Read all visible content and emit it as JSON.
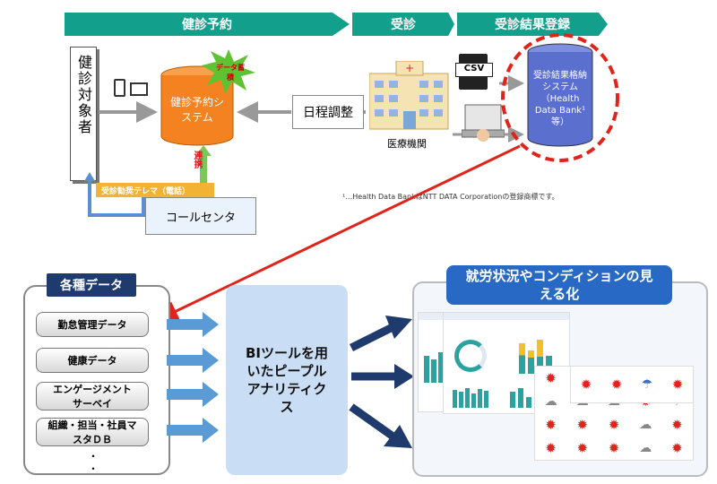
{
  "phases": {
    "yoyaku": "健診予約",
    "jushin": "受診",
    "toroku": "受診結果登録"
  },
  "subject": "健診対象者",
  "yoyaku_system": {
    "label": "健診予約システム",
    "burst": "データ蓄積"
  },
  "schedule": "日程調整",
  "clinic": "医療機関",
  "csv_label": "CSV",
  "storage_system": {
    "label": "受診結果格納システム（Health Data Bank¹等）"
  },
  "renkei": "連携",
  "telemarketing": "受診勧奨テレマ（電話）",
  "callcenter": "コールセンタ",
  "footnote": "¹…Health Data BankはNTT DATA Corporationの登録商標です。",
  "data_panel": {
    "title": "各種データ",
    "items": [
      "勤怠管理データ",
      "健康データ",
      "エンゲージメントサーベイ",
      "組織・担当・社員マスタＤＢ"
    ],
    "ellipsis": "・"
  },
  "bi_tool": "BIツールを用いたピープルアナリティクス",
  "visual_panel": {
    "title": "就労状況やコンディションの見える化"
  },
  "colors": {
    "green": "#12a08c",
    "orange": "#f58220",
    "blue_db": "#5b6fcf",
    "red": "#e0241b",
    "navy": "#1f3b6e",
    "light_blue": "#c9def5"
  }
}
